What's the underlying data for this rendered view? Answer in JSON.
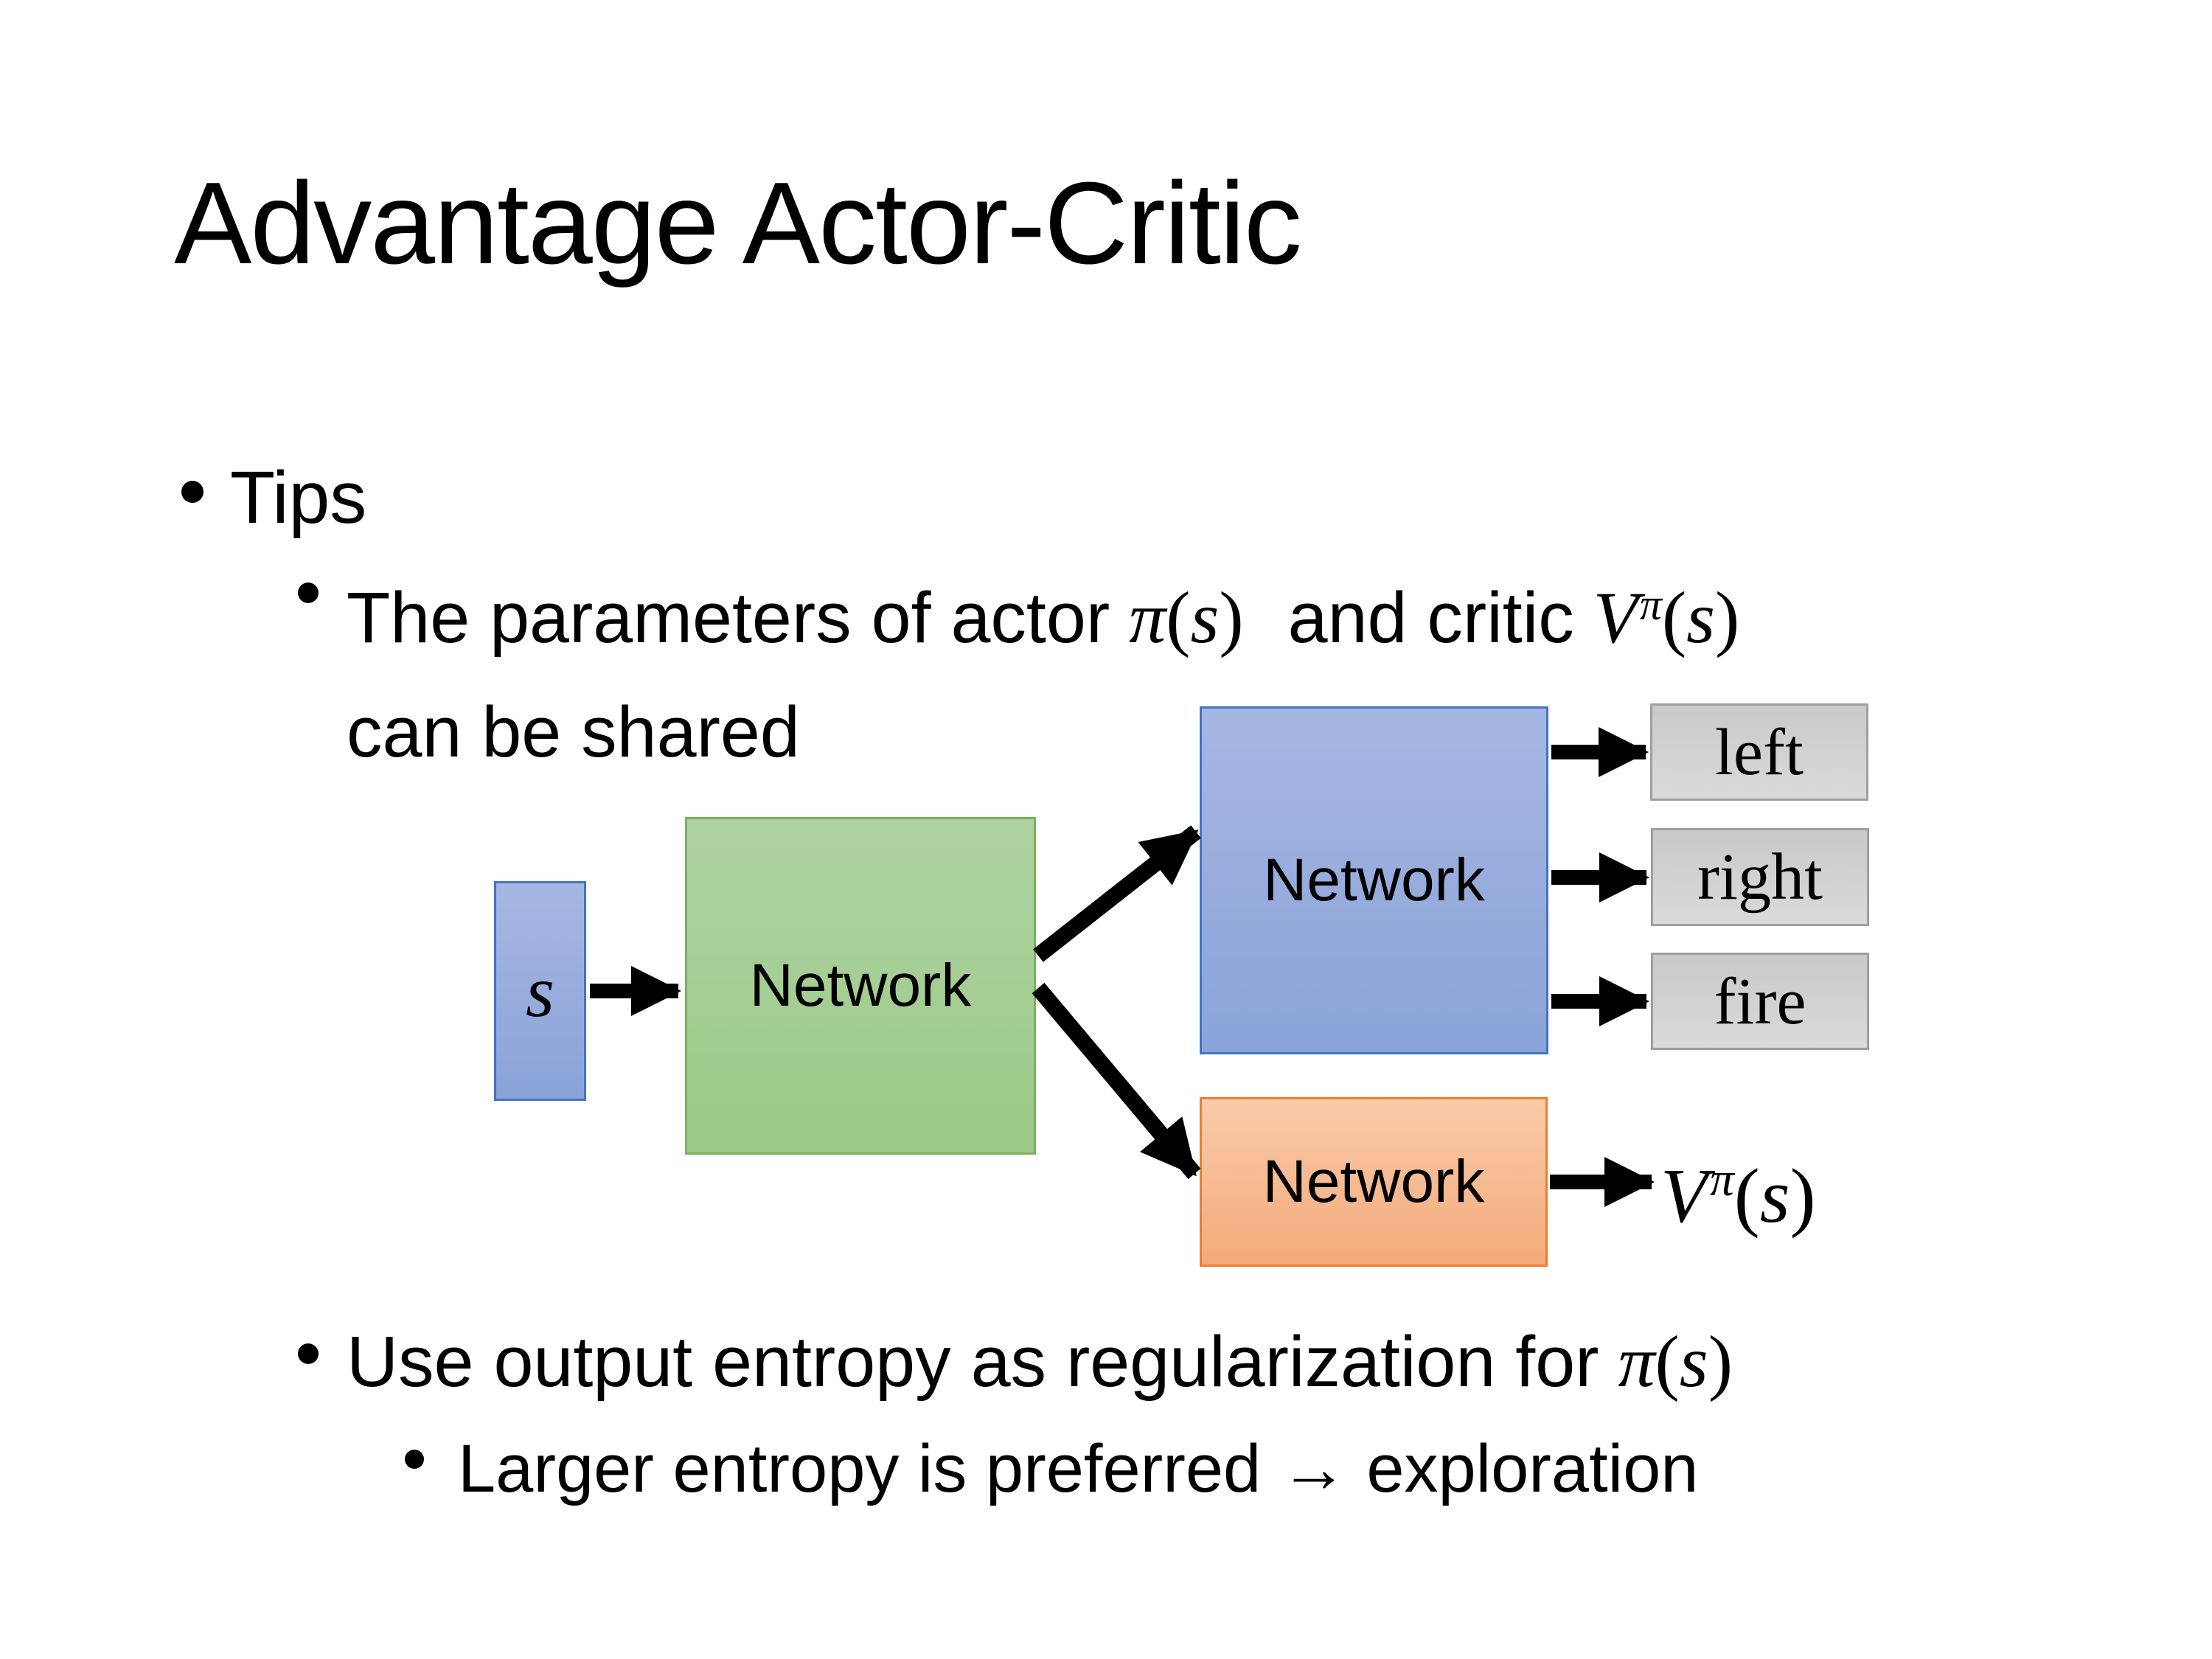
{
  "title": "Advantage Actor-Critic",
  "bullets": {
    "tips": "Tips",
    "param_pre": "The parameters of actor",
    "param_mid": "and critic",
    "param_line2": "can be shared",
    "entropy_pre": "Use output entropy as regularization for",
    "larger": "Larger entropy is preferred → exploration"
  },
  "math": {
    "V": "V",
    "pi": "π",
    "s": "s",
    "open": "(",
    "close": ")"
  },
  "diagram": {
    "state_label": "s",
    "shared_network_label": "Network",
    "actor_network_label": "Network",
    "critic_network_label": "Network",
    "actions": [
      "left",
      "right",
      "fire"
    ]
  },
  "colors": {
    "state_actor_fill_top": "#a6b7e3",
    "state_actor_fill_bottom": "#8aa3d8",
    "state_actor_border": "#4472c4",
    "shared_fill_top": "#aed2a0",
    "shared_fill_bottom": "#9cca89",
    "shared_border": "#7cb05f",
    "critic_fill_top": "#f9cba9",
    "critic_fill_bottom": "#f3aa7a",
    "critic_border": "#ed7d31",
    "action_fill_top": "#c9c9c9",
    "action_fill_bottom": "#dadada",
    "action_border": "#9f9f9f",
    "arrow": "#000000",
    "text": "#000000",
    "background": "#ffffff"
  }
}
